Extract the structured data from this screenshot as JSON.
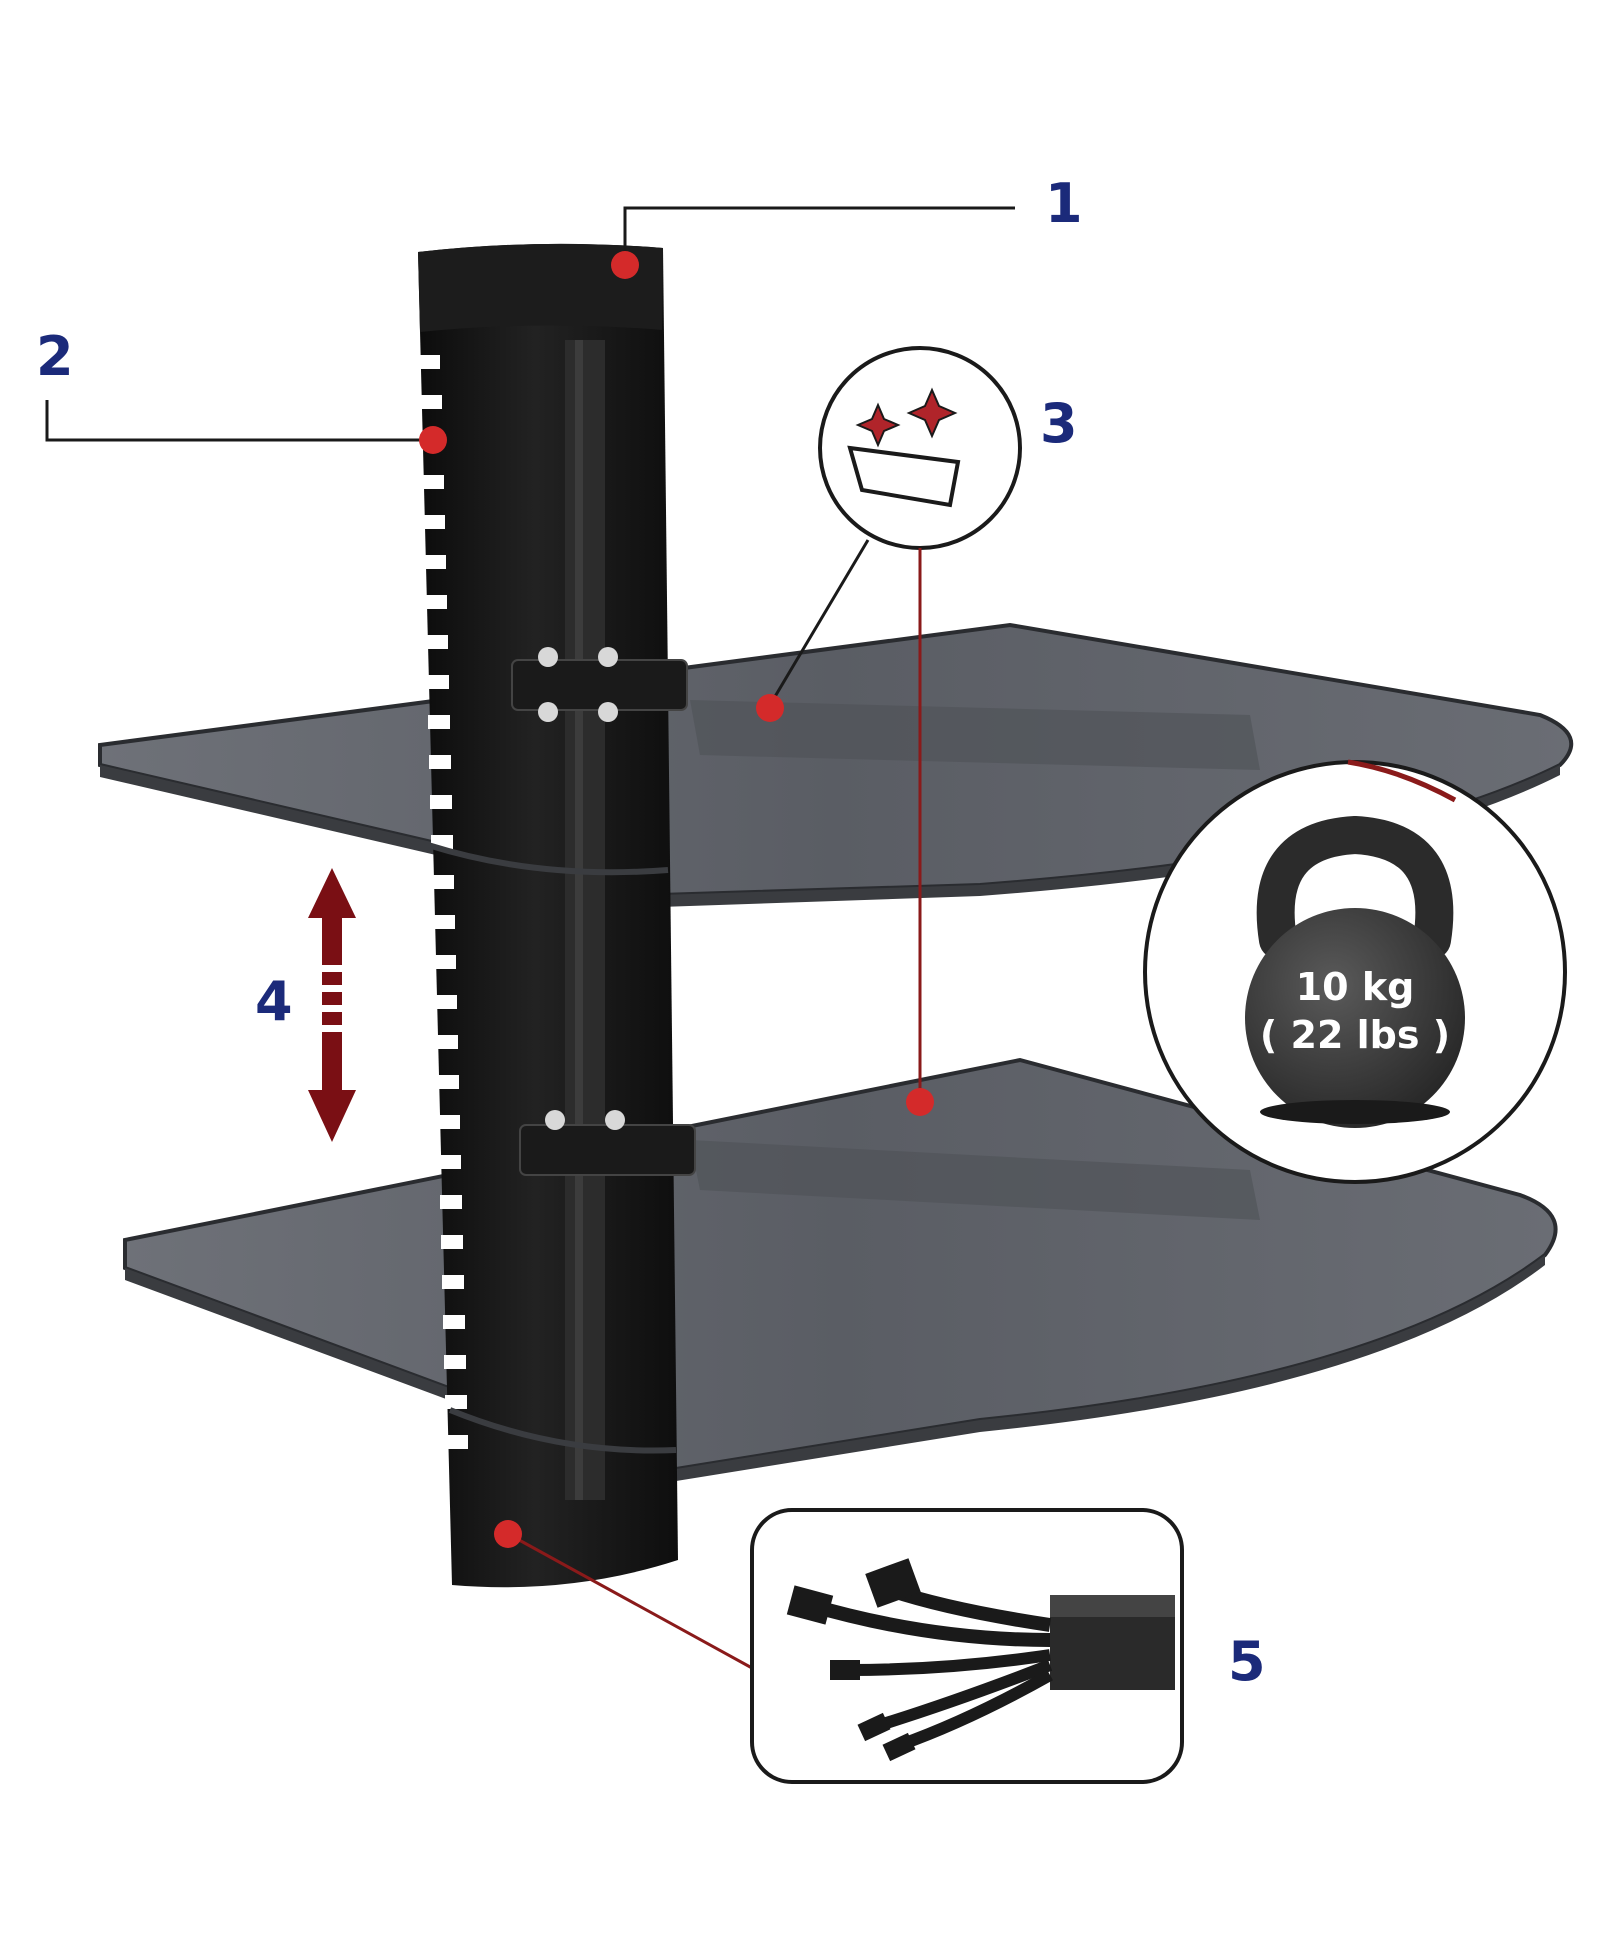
{
  "callouts": [
    {
      "id": "1",
      "label": "1"
    },
    {
      "id": "2",
      "label": "2"
    },
    {
      "id": "3",
      "label": "3"
    },
    {
      "id": "4",
      "label": "4"
    },
    {
      "id": "5",
      "label": "5"
    }
  ],
  "weight": {
    "line1": "10 kg",
    "line2": "( 22 lbs )"
  },
  "colors": {
    "number": "#1b2a7a",
    "leader": "#1a1a1a",
    "leader_red": "#8a1a1a",
    "dot": "#d42a2a",
    "arrow": "#7a0f14",
    "column": "#141414",
    "glass": "#5c5f66",
    "glass_edge": "#2a2c30",
    "kettlebell": "#3a3a3a"
  },
  "icons": {
    "glass_icon": "sparkle-glass-icon",
    "weight_icon": "kettlebell-icon",
    "cable_icon": "cable-cover-icon",
    "height_icon": "double-arrow-icon"
  }
}
